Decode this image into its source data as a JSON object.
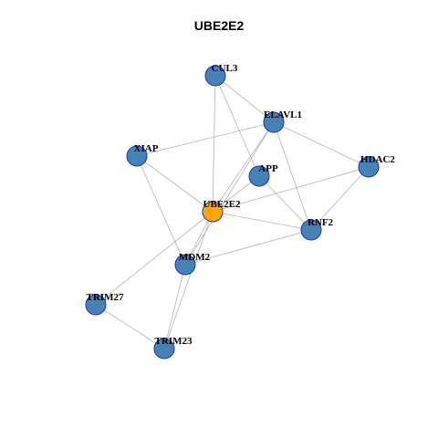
{
  "title": "UBE2E2",
  "colors": {
    "hub_fill": "#ffa500",
    "node_fill": "#4682b4",
    "node_stroke": "#1f2fc8",
    "edge": "#b3b3b3"
  },
  "nodes": [
    {
      "id": "CUL3",
      "label": "CUL3",
      "hub": false
    },
    {
      "id": "ELAVL1",
      "label": "ELAVL1",
      "hub": false
    },
    {
      "id": "XIAP",
      "label": "XIAP",
      "hub": false
    },
    {
      "id": "APP",
      "label": "APP",
      "hub": false
    },
    {
      "id": "HDAC2",
      "label": "HDAC2",
      "hub": false
    },
    {
      "id": "UBE2E2",
      "label": "UBE2E2",
      "hub": true
    },
    {
      "id": "RNF2",
      "label": "RNF2",
      "hub": false
    },
    {
      "id": "MDM2",
      "label": "MDM2",
      "hub": false
    },
    {
      "id": "TRIM27",
      "label": "TRIM27",
      "hub": false
    },
    {
      "id": "TRIM23",
      "label": "TRIM23",
      "hub": false
    }
  ],
  "edges": [
    [
      "CUL3",
      "ELAVL1"
    ],
    [
      "CUL3",
      "UBE2E2"
    ],
    [
      "CUL3",
      "APP"
    ],
    [
      "ELAVL1",
      "XIAP"
    ],
    [
      "ELAVL1",
      "UBE2E2"
    ],
    [
      "ELAVL1",
      "HDAC2"
    ],
    [
      "ELAVL1",
      "RNF2"
    ],
    [
      "ELAVL1",
      "MDM2"
    ],
    [
      "XIAP",
      "UBE2E2"
    ],
    [
      "XIAP",
      "MDM2"
    ],
    [
      "APP",
      "UBE2E2"
    ],
    [
      "APP",
      "RNF2"
    ],
    [
      "HDAC2",
      "UBE2E2"
    ],
    [
      "HDAC2",
      "RNF2"
    ],
    [
      "UBE2E2",
      "RNF2"
    ],
    [
      "UBE2E2",
      "MDM2"
    ],
    [
      "UBE2E2",
      "TRIM27"
    ],
    [
      "UBE2E2",
      "TRIM23"
    ],
    [
      "RNF2",
      "MDM2"
    ],
    [
      "MDM2",
      "TRIM23"
    ],
    [
      "TRIM27",
      "TRIM23"
    ]
  ]
}
